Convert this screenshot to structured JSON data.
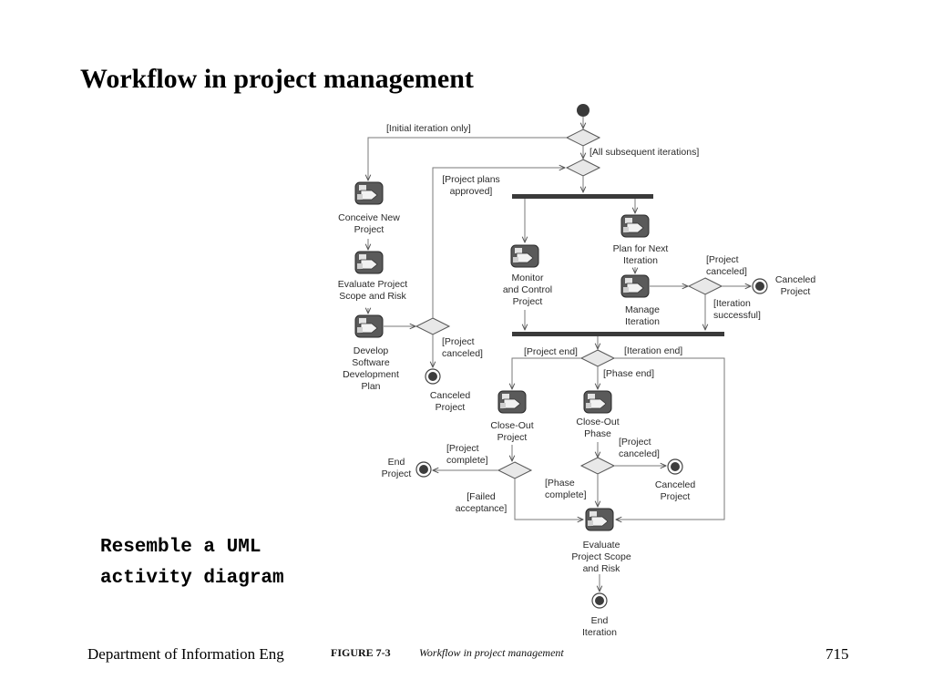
{
  "slide": {
    "title": "Workflow in project management",
    "note_lines": [
      "Resemble a UML",
      "activity diagram"
    ],
    "footer_department": "Department of Information Eng",
    "page_number": "715"
  },
  "figure": {
    "caption_label": "FIGURE 7-3",
    "caption_text": "Workflow in project management"
  },
  "activities": {
    "conceive": [
      "Conceive New",
      "Project"
    ],
    "evaluate_scope": [
      "Evaluate Project",
      "Scope and Risk"
    ],
    "develop_plan": [
      "Develop",
      "Software",
      "Development",
      "Plan"
    ],
    "monitor": [
      "Monitor",
      "and Control",
      "Project"
    ],
    "plan_next": [
      "Plan for Next",
      "Iteration"
    ],
    "manage": [
      "Manage",
      "Iteration"
    ],
    "closeout_project": [
      "Close-Out",
      "Project"
    ],
    "closeout_phase": [
      "Close-Out",
      "Phase"
    ],
    "evaluate_final": [
      "Evaluate",
      "Project Scope",
      "and Risk"
    ]
  },
  "finals": {
    "canceled_left": [
      "Canceled",
      "Project"
    ],
    "canceled_right": [
      "Canceled",
      "Project"
    ],
    "canceled_bottom": [
      "Canceled",
      "Project"
    ],
    "end_project": [
      "End",
      "Project"
    ],
    "end_iteration": [
      "End",
      "Iteration"
    ]
  },
  "guards": {
    "initial_only": [
      "[Initial iteration only]"
    ],
    "subsequent": [
      "[All subsequent iterations]"
    ],
    "plans_approved": [
      "[Project plans",
      "approved]"
    ],
    "canceled_manage": [
      "[Project",
      "canceled]"
    ],
    "iteration_success": [
      "[Iteration",
      "successful]"
    ],
    "canceled_plan": [
      "[Project",
      "canceled]"
    ],
    "project_end": [
      "[Project end]"
    ],
    "iteration_end": [
      "[Iteration end]"
    ],
    "phase_end": [
      "[Phase end]"
    ],
    "canceled_phase": [
      "[Project",
      "canceled]"
    ],
    "project_complete": [
      "[Project",
      "complete]"
    ],
    "failed_acceptance": [
      "[Failed",
      "acceptance]"
    ],
    "phase_complete": [
      "[Phase",
      "complete]"
    ]
  }
}
